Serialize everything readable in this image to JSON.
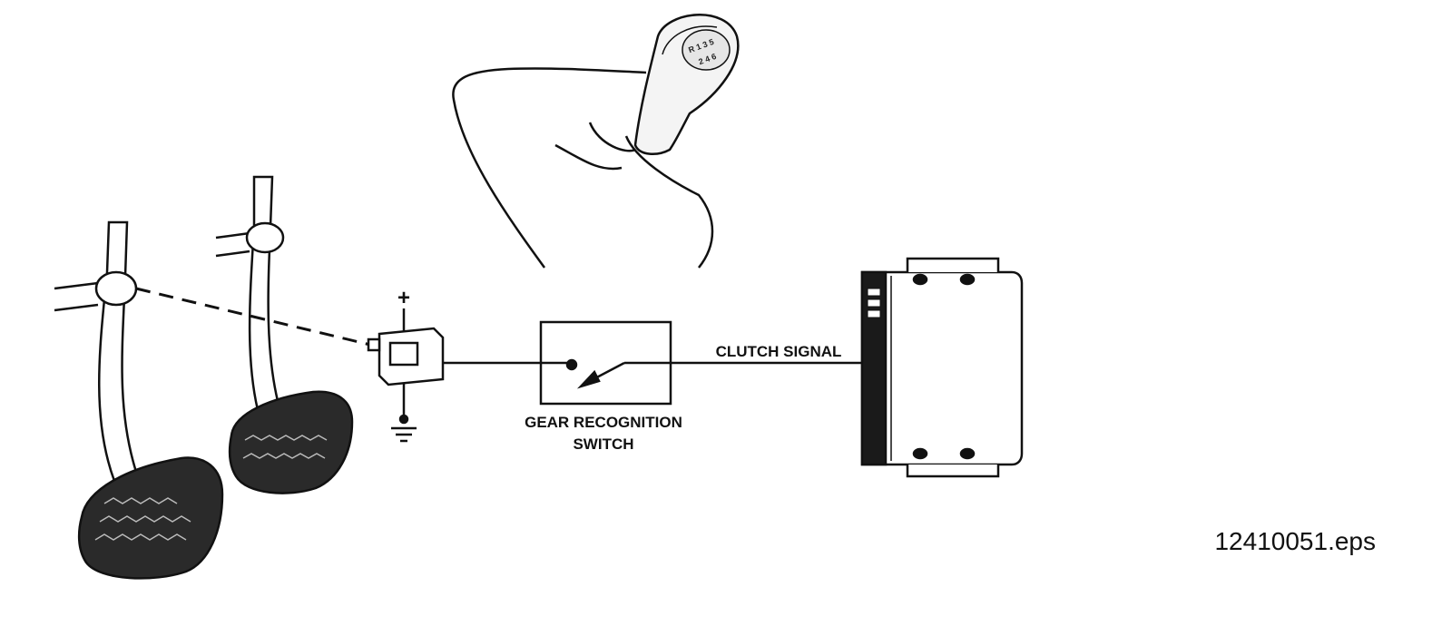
{
  "diagram": {
    "labels": {
      "clutch_signal": "CLUTCH SIGNAL",
      "gear_switch_line1": "GEAR RECOGNITION",
      "gear_switch_line2": "SWITCH",
      "plus": "+",
      "filename": "12410051.eps"
    },
    "shift_knob_pattern": {
      "row1": "R 1 3 5",
      "row2": "2 4 6"
    },
    "colors": {
      "line": "#111111",
      "background": "#ffffff",
      "pedal_fill": "#2a2a2a",
      "module_strip": "#1a1a1a"
    }
  }
}
